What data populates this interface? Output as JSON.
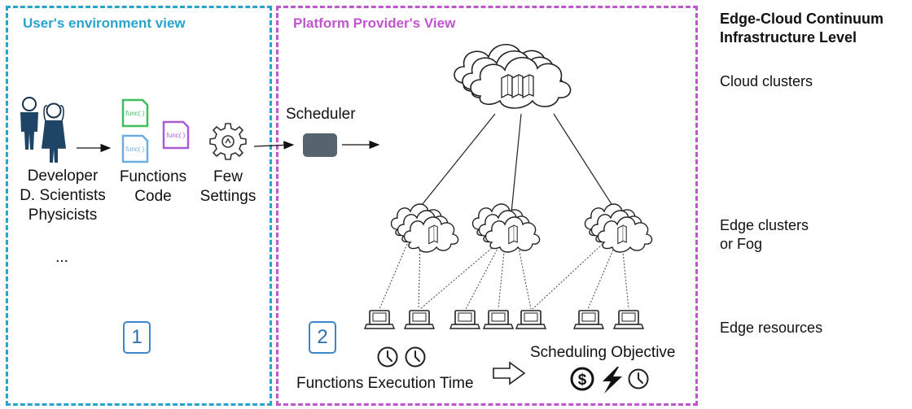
{
  "user_panel": {
    "title": "User's environment view",
    "user_types": [
      "Developer",
      "D. Scientists",
      "Physicists"
    ],
    "ellipsis": "...",
    "functions_label": [
      "Functions",
      "Code"
    ],
    "settings_label": [
      "Few",
      "Settings"
    ],
    "func_tag": "func( )",
    "step_number": "1",
    "color": "#2aa3cc"
  },
  "provider_panel": {
    "title": "Platform Provider's View",
    "scheduler_label": "Scheduler",
    "step_number": "2",
    "execution_time_label": "Functions Execution Time",
    "objective_label": "Scheduling Objective",
    "dollar_symbol": "$",
    "color": "#c055cf"
  },
  "infrastructure": {
    "heading": [
      "Edge-Cloud Continuum",
      "Infrastructure Level"
    ],
    "levels": [
      {
        "name": "Cloud clusters",
        "lines": [
          "Cloud clusters"
        ]
      },
      {
        "name": "Edge clusters or Fog",
        "lines": [
          "Edge clusters",
          "or Fog"
        ]
      },
      {
        "name": "Edge resources",
        "lines": [
          "Edge resources"
        ]
      }
    ]
  },
  "icons": [
    "person-icon",
    "code-file-icon",
    "gear-icon",
    "scheduler-box-icon",
    "cloud-server-icon",
    "laptop-icon",
    "clock-icon",
    "dollar-icon",
    "lightning-icon",
    "hollow-arrow-icon"
  ],
  "colors": {
    "func_green": "#3fbf5a",
    "func_purple": "#a85cd6",
    "func_blue": "#6aaee6",
    "scheduler": "#56646e"
  }
}
